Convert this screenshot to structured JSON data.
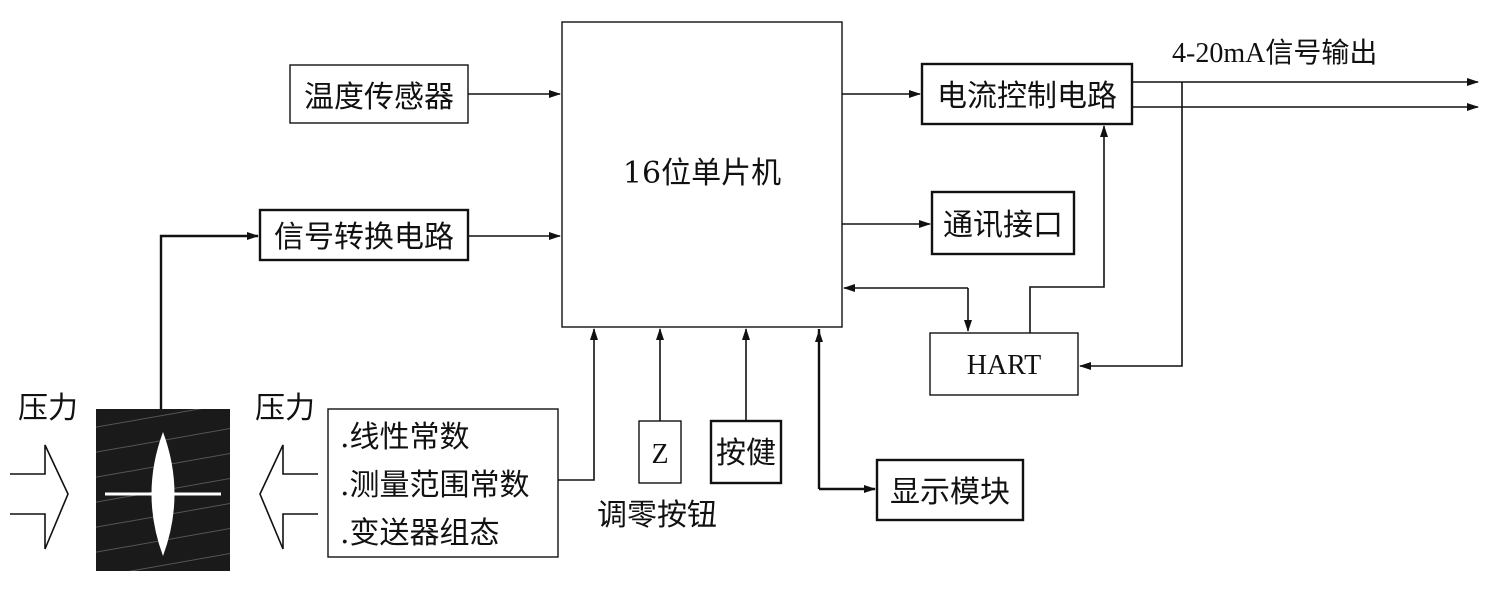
{
  "diagram": {
    "mcu": "16位单片机",
    "temp_sensor": "温度传感器",
    "signal_conv": "信号转换电路",
    "current_ctrl": "电流控制电路",
    "comm_port": "通讯接口",
    "hart": "HART",
    "display": "显示模块",
    "keys": "按健",
    "zero_key": "Z",
    "zero_caption": "调零按钮",
    "output_label": "4-20mA信号输出",
    "pressure_left": "压力",
    "pressure_right": "压力",
    "constants": [
      ".线性常数",
      ".测量范围常数",
      ".变送器组态"
    ]
  },
  "colors": {
    "line": "#111111",
    "sensor_fill": "#1a1a1a",
    "background": "#ffffff"
  }
}
